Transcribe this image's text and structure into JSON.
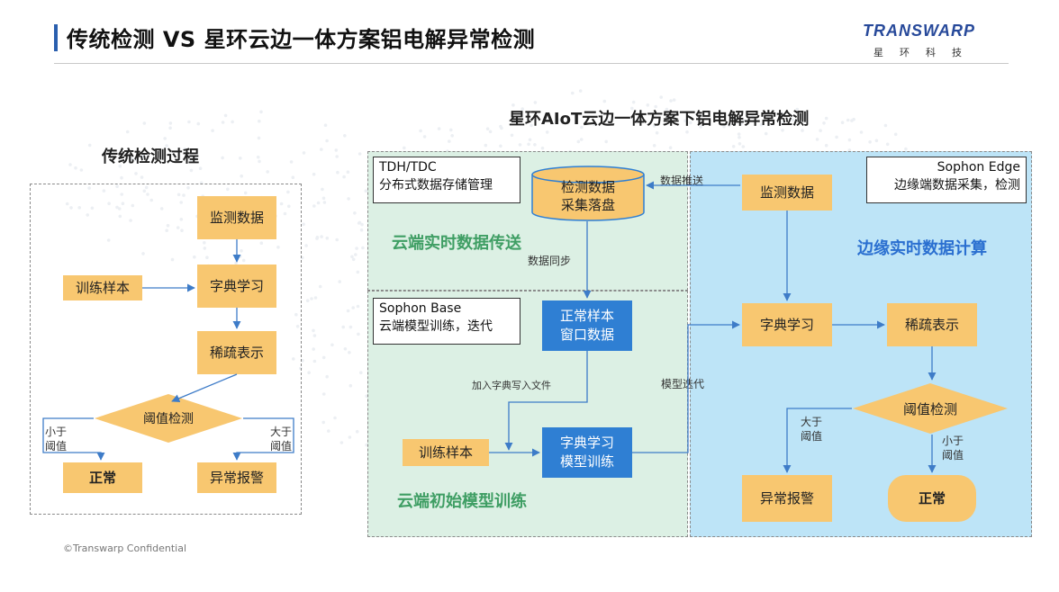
{
  "header": {
    "title": "传统检测 VS 星环云边一体方案铝电解异常检测",
    "logo_name": "TRANSWARP",
    "logo_sub": "星环科技"
  },
  "traditional": {
    "title": "传统检测过程",
    "monitor_data": "监测数据",
    "dict_learning": "字典学习",
    "training_samples": "训练样本",
    "sparse_repr": "稀疏表示",
    "threshold_check": "阈值检测",
    "below_threshold": [
      "小于",
      "阈值"
    ],
    "above_threshold": [
      "大于",
      "阈值"
    ],
    "normal": "正常",
    "abnormal_alarm": "异常报警"
  },
  "aiot": {
    "title": "星环AIoT云边一体方案下铝电解异常检测",
    "tdh_box": [
      "TDH/TDC",
      "分布式数据存储管理"
    ],
    "detect_db": [
      "检测数据",
      "采集落盘"
    ],
    "data_push": "数据推送",
    "cloud_realtime_title": "云端实时数据传送",
    "data_sync": "数据同步",
    "sophon_base_box": [
      "Sophon Base",
      "云端模型训练，迭代"
    ],
    "normal_window": [
      "正常样本",
      "窗口数据"
    ],
    "add_dict_label": "加入字典写入文件",
    "model_iter_label": "模型迭代",
    "training_samples": "训练样本",
    "dict_model_train": [
      "字典学习",
      "模型训练"
    ],
    "cloud_init_title": "云端初始模型训练",
    "sophon_edge_box": [
      "Sophon Edge",
      "边缘端数据采集，检测"
    ],
    "edge_monitor": "监测数据",
    "edge_realtime_title": "边缘实时数据计算",
    "edge_dict_learning": "字典学习",
    "edge_sparse": "稀疏表示",
    "edge_threshold": "阈值检测",
    "edge_above": [
      "大于",
      "阈值"
    ],
    "edge_below": [
      "小于",
      "阈值"
    ],
    "edge_alarm": "异常报警",
    "edge_normal": "正常"
  },
  "footer": {
    "text": "©Transwarp Confidential"
  },
  "colors": {
    "orange_box": "#f8c770",
    "blue_box": "#2f7fd3",
    "green_zone": "#dcf0e4",
    "blue_zone": "#bde4f7",
    "arrow": "#3e7cc8"
  }
}
